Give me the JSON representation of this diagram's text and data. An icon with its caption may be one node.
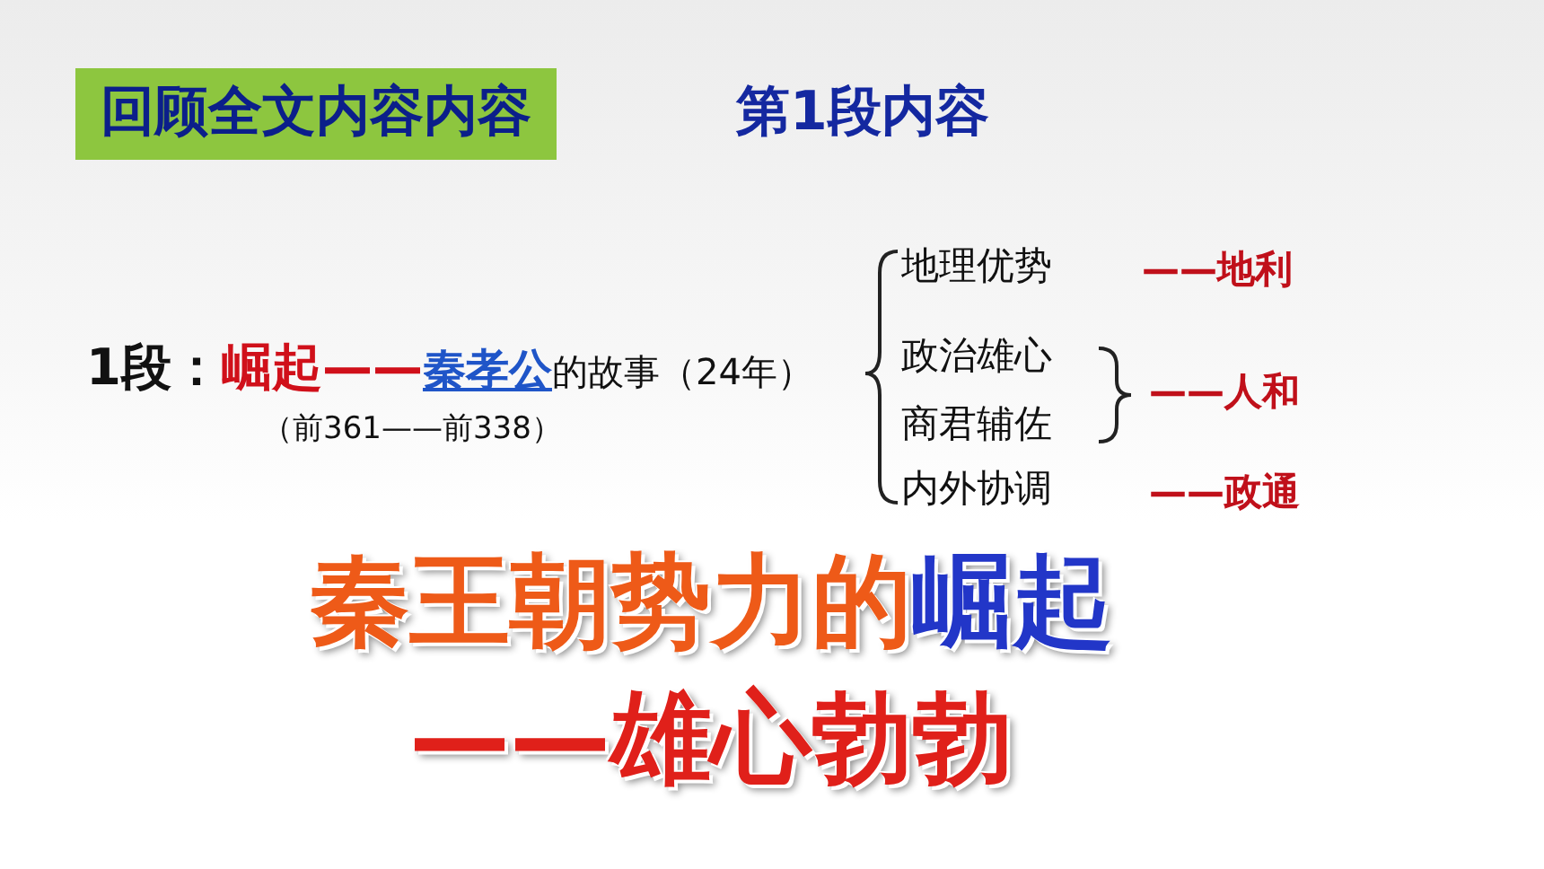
{
  "diagram": {
    "nodes": [
      {
        "text": [
          "回顾全文内容内容"
        ]
      }
    ],
    "labels": [
      "第1段内容",
      "1段：",
      "崛起——",
      "秦孝公",
      "的故事（24年）",
      "（前361——前338）",
      "地理优势",
      "——地利",
      "政治雄心",
      "商君辅佐",
      "——人和",
      "内外协调",
      "——政通",
      "秦王朝势力的",
      "崛起",
      "——雄心勃勃"
    ]
  }
}
